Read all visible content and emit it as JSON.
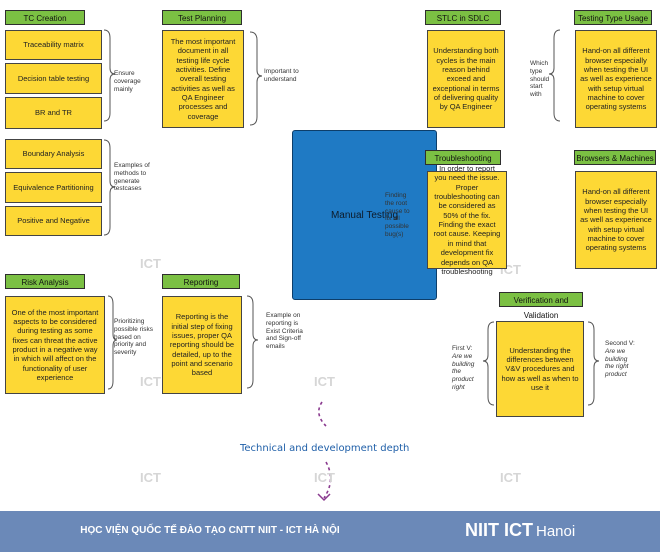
{
  "center": "Manual Testing",
  "tc_creation": {
    "header": "TC Creation",
    "items": [
      "Traceability matrix",
      "Decision table testing",
      "BR and TR"
    ],
    "note": "Ensure coverage mainly"
  },
  "techniques": {
    "items": [
      "Boundary Analysis",
      "Equivalence Partitioning",
      "Positive and Negative"
    ],
    "note": "Examples of methods to generate testcases"
  },
  "test_planning": {
    "header": "Test Planning",
    "text": "The most important document in all testing life cycle activities. Define overall testing activities as well as QA Engineer processes and coverage",
    "note": "Important to understand"
  },
  "risk_analysis": {
    "header": "Risk Analysis",
    "text": "One of the most important aspects to be considered during testing as some fixes can threat the active product in a negative way in which will affect on the functionality of user experience",
    "note": "Prioritizing possible risks based on priority and severity"
  },
  "reporting": {
    "header": "Reporting",
    "text": "Reporting is the initial step of fixing issues, proper QA reporting should be detailed, up to the point and scenario based",
    "note": "Example on reporting is Exist Criteria and Sign-off emails"
  },
  "stlc": {
    "header": "STLC in SDLC",
    "text": "Understanding both cycles is the main reason behind exceed and exceptional in terms of delivering quality by QA Engineer",
    "note": "Which type should start with"
  },
  "testing_type": {
    "header": "Testing Type Usage",
    "text": "Hand-on all different browser especially when testing the UI as well as experience with setup virtual machine to cover operating systems"
  },
  "troubleshooting": {
    "header": "Troubleshooting",
    "text": "In order to report you need the issue. Proper troubleshooting can be considered as 50% of the fix. Finding the exact root cause. Keeping in mind that development fix depends on QA troubleshooting",
    "note": "Finding the root cause to fix all possible bug(s)"
  },
  "browsers": {
    "header": "Browsers & Machines",
    "text": "Hand-on all different browser especially when testing the UI as well as experience with setup virtual machine to cover operating systems"
  },
  "vv": {
    "header": "Verification and Validation",
    "text": "Understanding the differences between V&V procedures and how as well as when to use it",
    "left_note_title": "First V:",
    "left_note": "Are we building the product right",
    "right_note_title": "Second V:",
    "right_note": "Are we building the right product"
  },
  "axis_label": "Technical and development depth",
  "watermark": "ICT",
  "footer": {
    "title": "HỌC VIỆN QUỐC TẾ ĐÀO TẠO CNTT NIIT - ICT HÀ NỘI",
    "logo": "NIIT ICT",
    "city": "Hanoi"
  }
}
